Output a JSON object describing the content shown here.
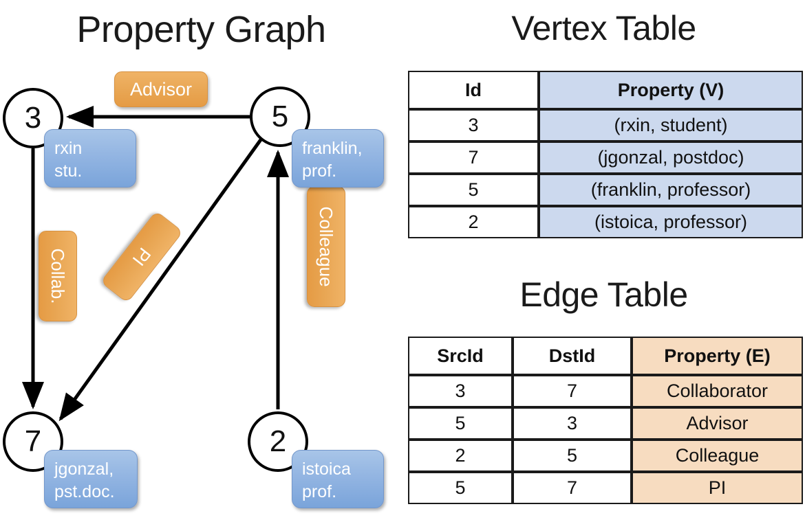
{
  "titles": {
    "property_graph": "Property Graph",
    "vertex_table": "Vertex Table",
    "edge_table": "Edge Table"
  },
  "graph": {
    "nodes": [
      {
        "id": "3",
        "property_label": "rxin\nstu.",
        "name": "rxin",
        "role": "stu."
      },
      {
        "id": "5",
        "property_label": "franklin,\nprof.",
        "name": "franklin,",
        "role": "prof."
      },
      {
        "id": "7",
        "property_label": "jgonzal,\npst.doc.",
        "name": "jgonzal,",
        "role": "pst.doc."
      },
      {
        "id": "2",
        "property_label": "istoica\nprof.",
        "name": "istoica",
        "role": "prof."
      }
    ],
    "node_props": {
      "rxin_line1": "rxin",
      "rxin_line2": "stu.",
      "franklin_line1": "franklin,",
      "franklin_line2": "prof.",
      "jgonzal_line1": "jgonzal,",
      "jgonzal_line2": "pst.doc.",
      "istoica_line1": "istoica",
      "istoica_line2": "prof."
    },
    "edge_labels": {
      "advisor": "Advisor",
      "collab": "Collab.",
      "pi": "PI",
      "colleague": "Colleague"
    },
    "edges": [
      {
        "src": "5",
        "dst": "3",
        "label": "Advisor"
      },
      {
        "src": "3",
        "dst": "7",
        "label": "Collab."
      },
      {
        "src": "5",
        "dst": "7",
        "label": "PI"
      },
      {
        "src": "2",
        "dst": "5",
        "label": "Colleague"
      }
    ]
  },
  "vertex_table": {
    "headers": [
      "Id",
      "Property (V)"
    ],
    "rows": [
      {
        "id": "3",
        "property": "(rxin, student)"
      },
      {
        "id": "7",
        "property": "(jgonzal, postdoc)"
      },
      {
        "id": "5",
        "property": "(franklin, professor)"
      },
      {
        "id": "2",
        "property": "(istoica, professor)"
      }
    ]
  },
  "edge_table": {
    "headers": [
      "SrcId",
      "DstId",
      "Property (E)"
    ],
    "rows": [
      {
        "src": "3",
        "dst": "7",
        "property": "Collaborator"
      },
      {
        "src": "5",
        "dst": "3",
        "property": "Advisor"
      },
      {
        "src": "2",
        "dst": "5",
        "property": "Colleague"
      },
      {
        "src": "5",
        "dst": "7",
        "property": "PI"
      }
    ]
  },
  "colors": {
    "vertex_property_fill": "#ccd9ee",
    "edge_property_fill": "#f7dcc0",
    "node_chip_blue": "#93b5e2",
    "edge_chip_orange": "#e9a755",
    "stroke": "#000000",
    "background": "#ffffff"
  }
}
